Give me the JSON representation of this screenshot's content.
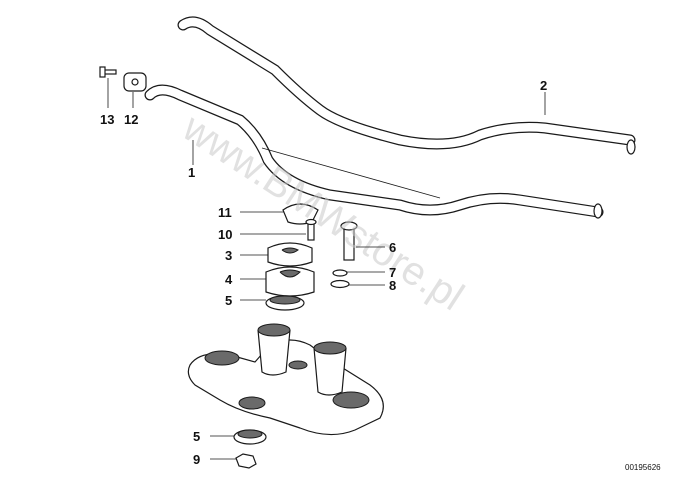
{
  "callouts": {
    "c1": "1",
    "c2": "2",
    "c3": "3",
    "c4": "4",
    "c5a": "5",
    "c5b": "5",
    "c6": "6",
    "c7": "7",
    "c8": "8",
    "c9": "9",
    "c10": "10",
    "c11": "11",
    "c12": "12",
    "c13": "13"
  },
  "watermark": "www.BMWstore.pl",
  "reference_number": "00195626"
}
